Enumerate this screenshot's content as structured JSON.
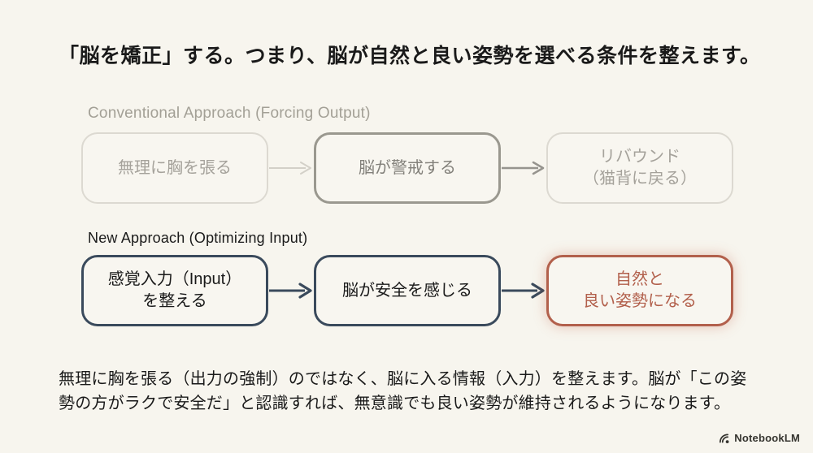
{
  "colors": {
    "bg": "#f7f5ee",
    "ink": "#1a1a1a",
    "muted-label": "#a3a096",
    "box-light-border": "#dcd9d1",
    "box-light-text": "#a5a29b",
    "box-mid-border": "#9a988f",
    "box-mid-text": "#83817b",
    "arrow-light": "#d3d0c8",
    "arrow-mid": "#96948e",
    "navy": "#3a4a5c",
    "accent-red": "#b2604c",
    "logo-ink": "#35342f"
  },
  "title": "「脳を矯正」する。つまり、脳が自然と良い姿勢を選べる条件を整えます。",
  "conventional": {
    "label": "Conventional Approach (Forcing Output)",
    "boxes": [
      {
        "lines": [
          "無理に胸を張る"
        ]
      },
      {
        "lines": [
          "脳が警戒する"
        ]
      },
      {
        "lines": [
          "リバウンド",
          "（猫背に戻る）"
        ]
      }
    ]
  },
  "new_approach": {
    "label": "New Approach (Optimizing Input)",
    "boxes": [
      {
        "lines": [
          "感覚入力（Input）",
          "を整える"
        ]
      },
      {
        "lines": [
          "脳が安全を感じる"
        ]
      },
      {
        "lines": [
          "自然と",
          "良い姿勢になる"
        ]
      }
    ]
  },
  "footer_paragraph": "無理に胸を張る（出力の強制）のではなく、脳に入る情報（入力）を整えます。脳が「この姿勢の方がラクで安全だ」と認識すれば、無意識でも良い姿勢が維持されるようになります。",
  "branding": {
    "logo_label": "NotebookLM",
    "logo_icon": "notebooklm-icon"
  }
}
